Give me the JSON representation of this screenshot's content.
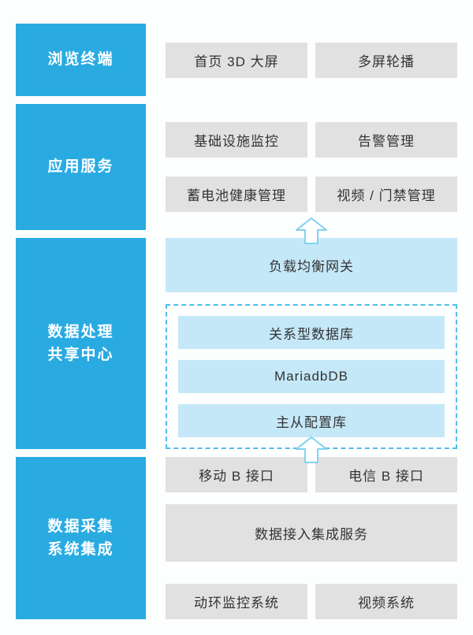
{
  "colors": {
    "sidebar_blue": "#29ABE2",
    "light_blue_box": "#C5E8F8",
    "gray_box": "#E1E1E2",
    "dashed_border": "#4FBDE9",
    "box_text": "#333333"
  },
  "sections": {
    "browse": {
      "label": "浏览终端"
    },
    "app": {
      "label": "应用服务"
    },
    "process": {
      "label_line1": "数据处理",
      "label_line2": "共享中心"
    },
    "collect": {
      "label_line1": "数据采集",
      "label_line2": "系统集成"
    }
  },
  "boxes": {
    "home_3d": "首页 3D 大屏",
    "multi_screen": "多屏轮播",
    "infra_monitor": "基础设施监控",
    "alarm": "告警管理",
    "battery": "蓄电池健康管理",
    "video_access": "视频 / 门禁管理",
    "gateway": "负载均衡网关",
    "relational_db": "关系型数据库",
    "mariadb": "MariadbDB",
    "master_slave": "主从配置库",
    "mobile_b": "移动 B 接口",
    "telecom_b": "电信 B 接口",
    "data_ingest": "数据接入集成服务",
    "env_monitor": "动环监控系统",
    "video_system": "视频系统"
  }
}
